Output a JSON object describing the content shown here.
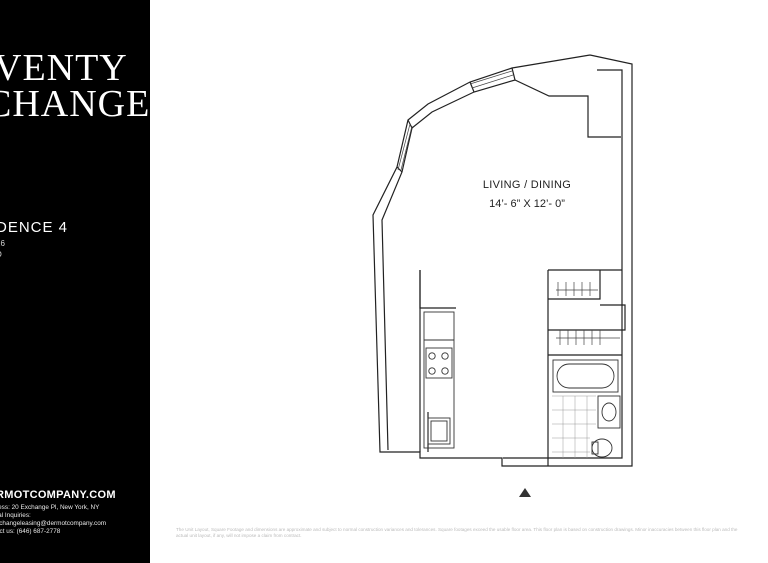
{
  "sidebar": {
    "brand_line1": "VENTY",
    "brand_line2": "CHANGE",
    "residence_title": "DENCE 4",
    "residence_line1": "26",
    "residence_line2": "D",
    "contact": {
      "website": "RMOTCOMPANY.COM",
      "address": "ress: 20 Exchange Pl, New York, NY",
      "inquiries_label": "ral Inquiries:",
      "email": "xchangeleasing@dermotcompany.com",
      "phone": "act us: (646) 687-2778"
    }
  },
  "plan": {
    "room_name": "LIVING / DINING",
    "room_dimensions": "14’- 6” X 12’- 0”",
    "disclaimer": "The Unit Layout, Square Footage and dimensions are approximate and subject to normal construction variances and tolerances. Square footages exceed the usable floor area. This floor plan is based on construction drawings. Minor inaccuracies between this floor plan and the actual unit layout, if any, will not impose a claim from contract."
  }
}
